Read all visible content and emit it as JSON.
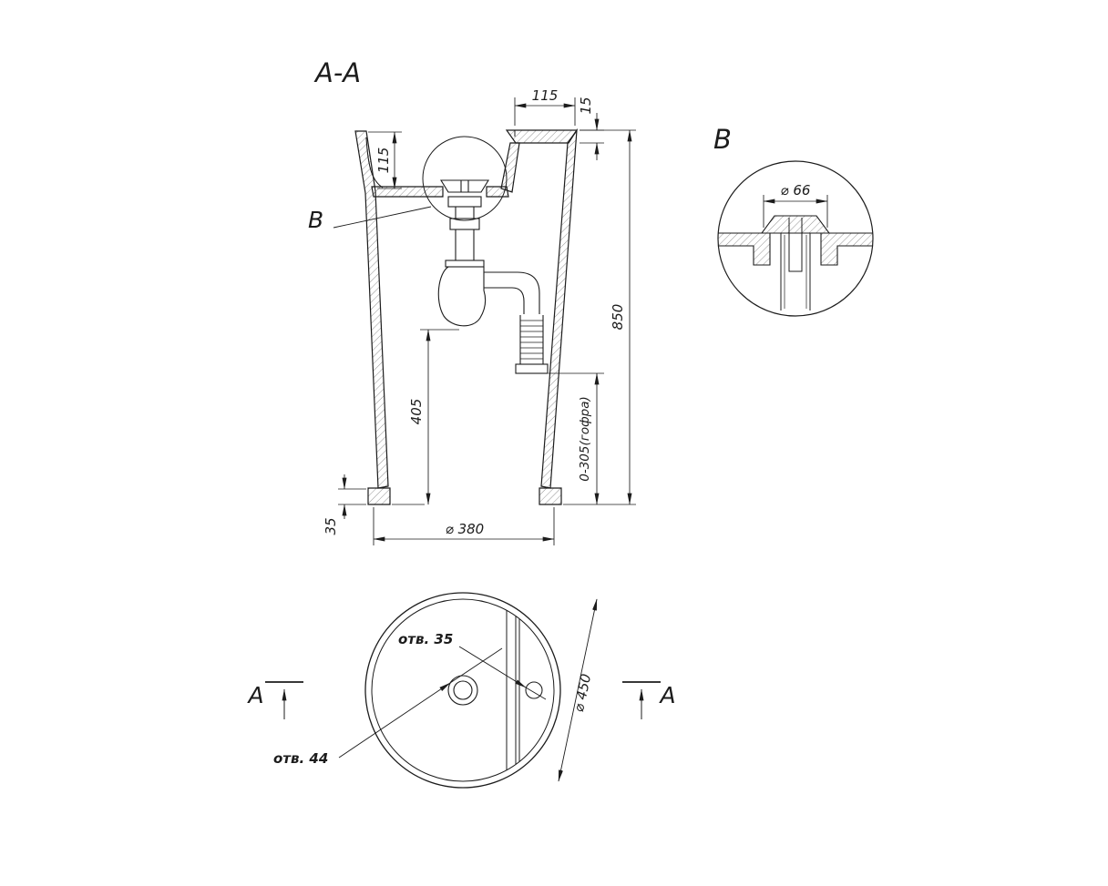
{
  "drawing": {
    "labels": {
      "section_title": "A-A",
      "detail_callout": "B",
      "detail_view_title": "B",
      "section_arrow_left": "A",
      "section_arrow_right": "A"
    },
    "dimensions": {
      "top_ledge_width": "115",
      "ledge_thickness": "15",
      "basin_depth": "115",
      "overall_height": "850",
      "drain_height": "405",
      "hose_range": "0-305(гофра)",
      "base_flange_height": "35",
      "base_diameter": "⌀ 380",
      "detail_diameter": "⌀ 66",
      "plan_diameter": "⌀ 450",
      "overflow_hole": "отв. 35",
      "drain_hole": "отв. 44"
    }
  }
}
